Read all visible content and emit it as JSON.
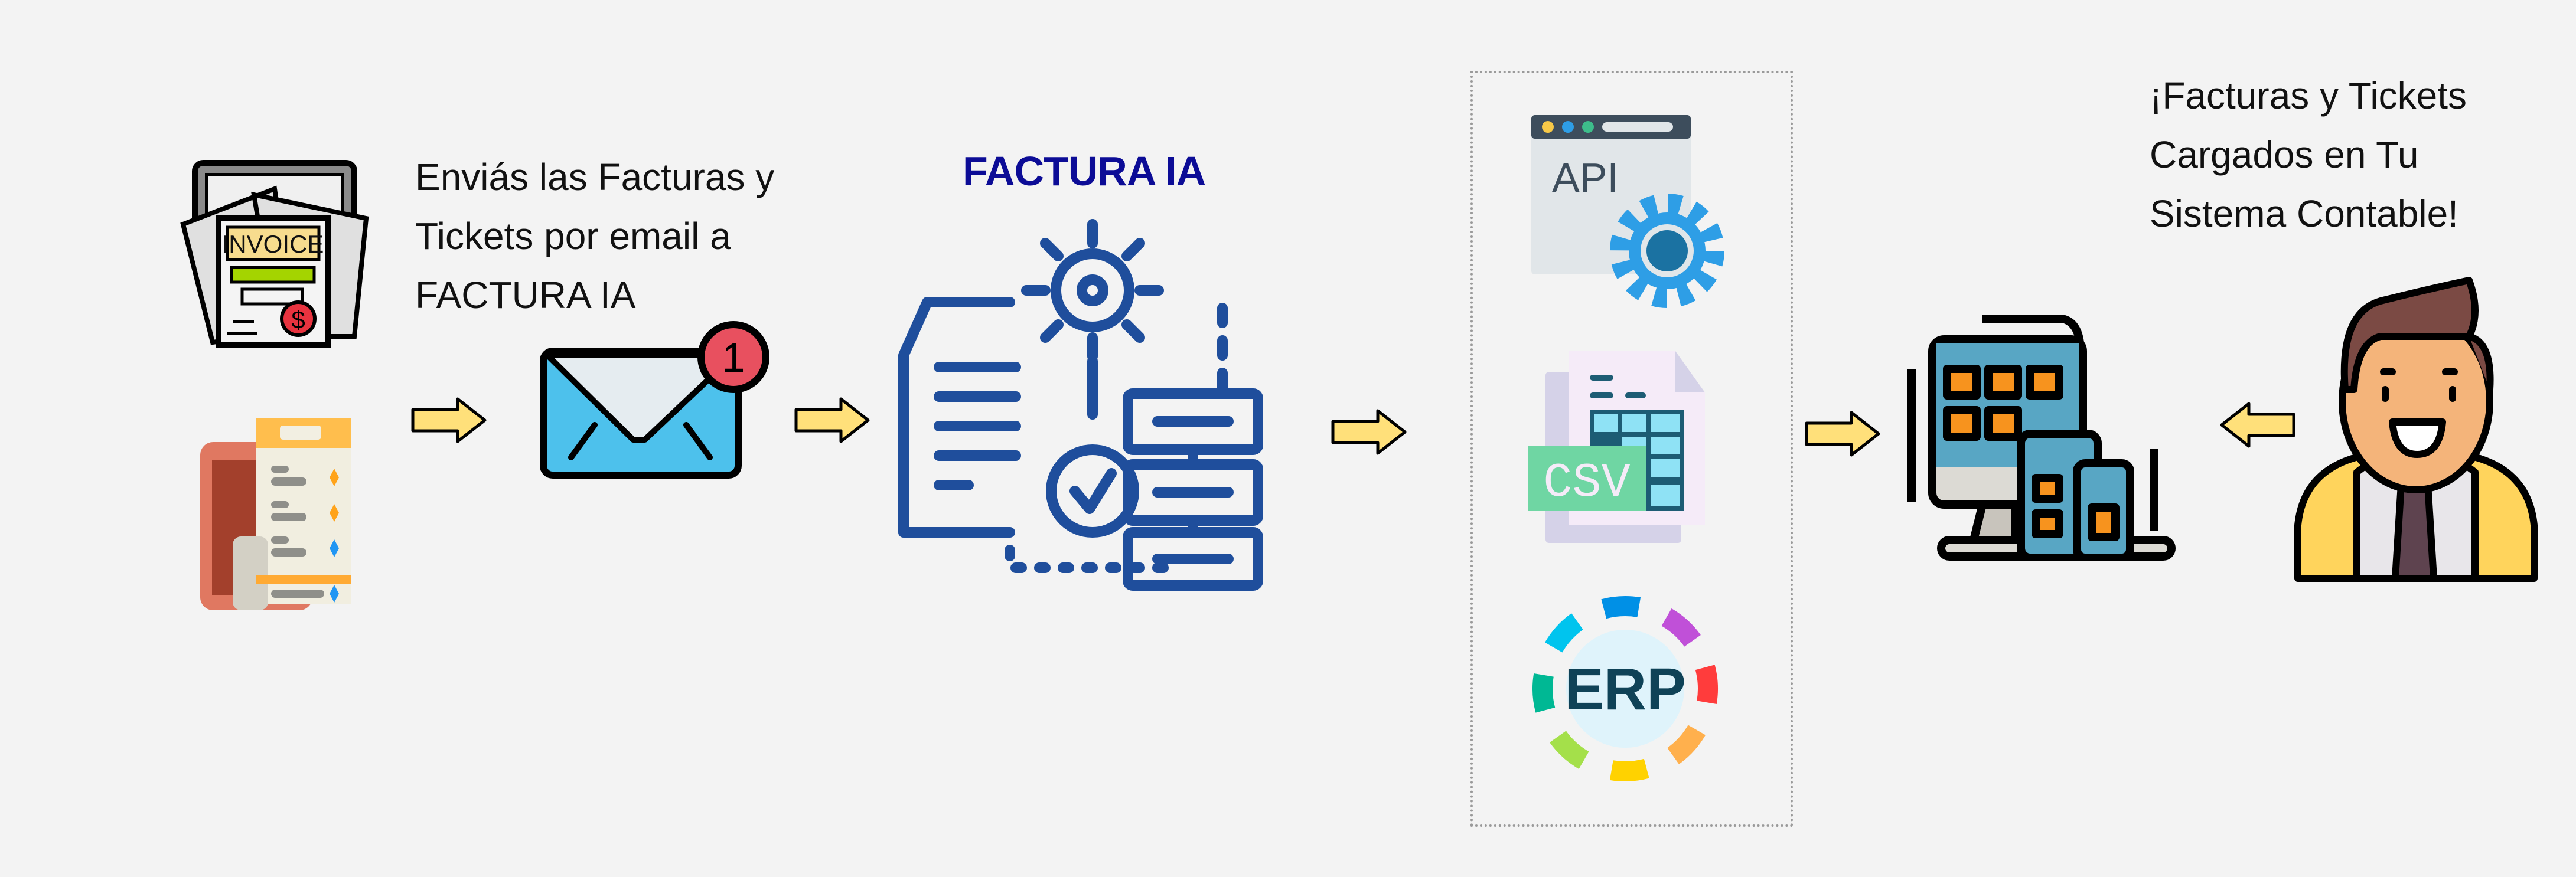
{
  "step1": {
    "lines": [
      "Enviás las Facturas y",
      "Tickets por email a",
      "FACTURA IA"
    ]
  },
  "brand": {
    "title": "FACTURA IA"
  },
  "email": {
    "badge_count": "1"
  },
  "invoice": {
    "label": "INVOICE",
    "currency": "$"
  },
  "outputs": {
    "api_label": "API",
    "csv_label": "CSV",
    "erp_label": "ERP"
  },
  "result": {
    "lines": [
      "¡Facturas y Tickets",
      "Cargados en Tu",
      "Sistema Contable!"
    ]
  },
  "colors": {
    "brand": "#0c0c96",
    "process_blue": "#1f4e9c",
    "arrow_fill": "#ffe07a",
    "email_blue": "#4dc1ec",
    "badge_red": "#e8505f"
  }
}
